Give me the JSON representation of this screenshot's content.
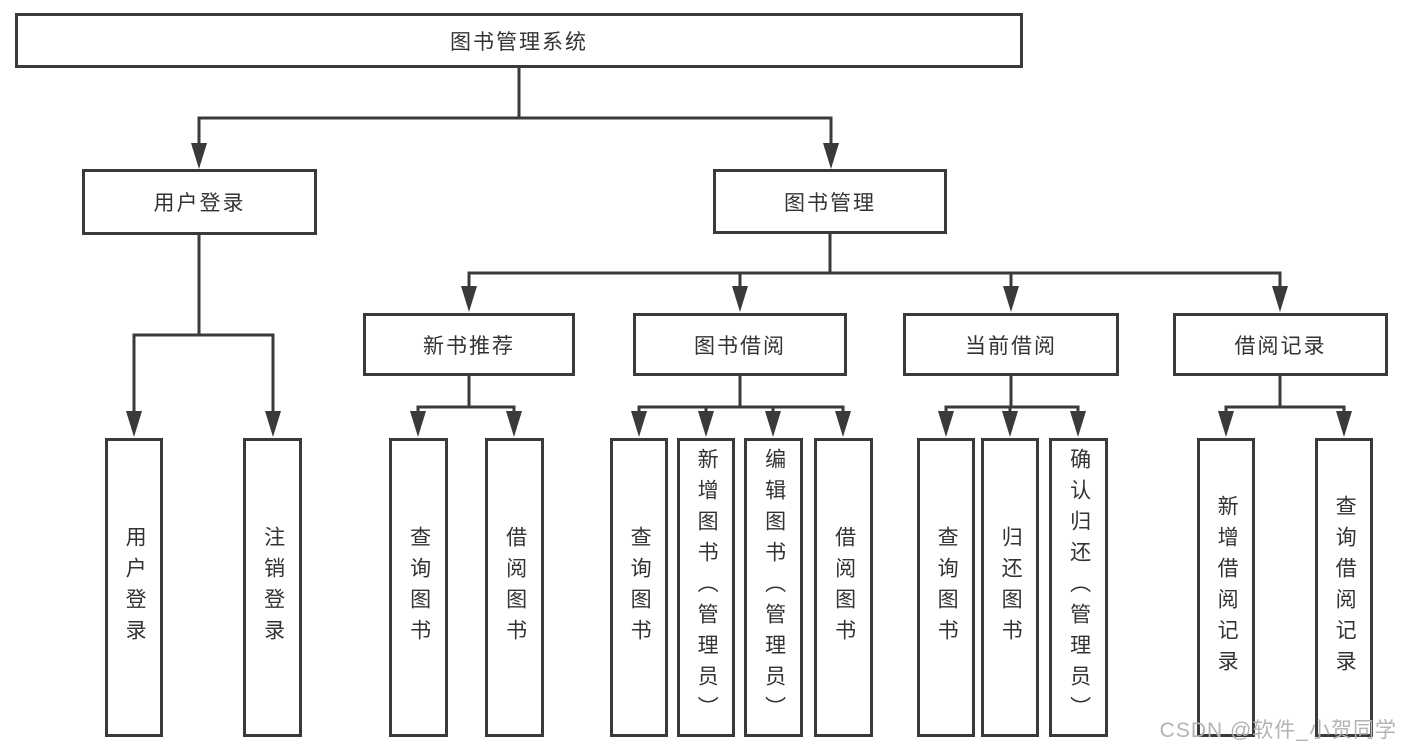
{
  "title": "图书管理系统",
  "watermark": "CSDN @软件_小贺同学",
  "colors": {
    "line": "#3a3a3a",
    "text": "#333333",
    "watermark": "#b3b3b3",
    "background": "#ffffff"
  },
  "level2": {
    "user_login": "用户登录",
    "book_mgmt": "图书管理"
  },
  "level3": {
    "new_book_rec": "新书推荐",
    "book_borrow": "图书借阅",
    "current_borrow": "当前借阅",
    "borrow_records": "借阅记录"
  },
  "leaves": {
    "user_login": [
      "用户登录",
      "注销登录"
    ],
    "new_book_rec": [
      "查询图书",
      "借阅图书"
    ],
    "book_borrow": [
      "查询图书",
      "新增图书（管理员）",
      "编辑图书（管理员）",
      "借阅图书"
    ],
    "current_borrow": [
      "查询图书",
      "归还图书",
      "确认归还（管理员）"
    ],
    "borrow_records": [
      "新增借阅记录",
      "查询借阅记录"
    ]
  }
}
